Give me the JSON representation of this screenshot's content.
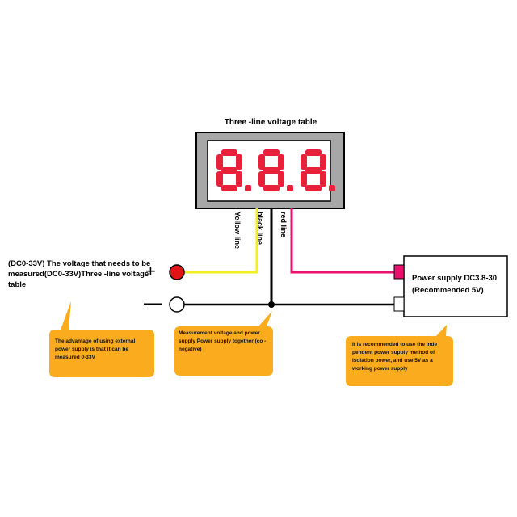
{
  "title": "Three -line voltage table",
  "display": {
    "digits": "8.8.8",
    "digit_color": "#e8203a"
  },
  "wires": {
    "yellow_label": "Yellow line",
    "black_label": "black line",
    "red_label": "red line",
    "yellow_color": "#f2ee22",
    "black_color": "#000000",
    "red_color": "#e8116e"
  },
  "terminals": {
    "positive_sign": "+",
    "negative_sign": "—"
  },
  "measure_text": "(DC0-33V)  The voltage that needs to be measured(DC0-33V)Three -line voltage table",
  "psu": {
    "line1": "Power supply DC3.8-30",
    "line2": "(Recommended 5V)"
  },
  "callouts": [
    {
      "text": "The advantage of using external power supply is that it can be measured 0-33V"
    },
    {
      "text": "Measurement voltage and power supply Power supply together (co -negative)"
    },
    {
      "text": "It is recommended to use the inde pendent power supply method of isolation power, and use 5V as a working power supply"
    }
  ],
  "callout_color": "#fbab1e"
}
